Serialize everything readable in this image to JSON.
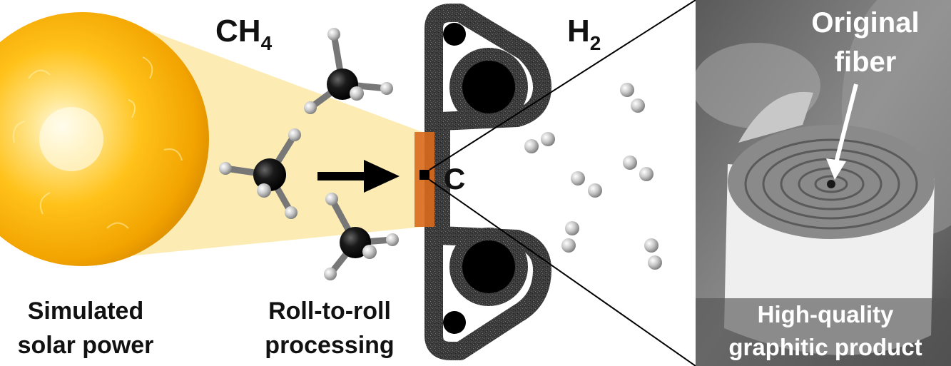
{
  "labels": {
    "reactant_formula": "CH",
    "reactant_subscript": "4",
    "product_formula": "H",
    "product_subscript": "2",
    "carbon": "C",
    "sun_line1": "Simulated",
    "sun_line2": "solar power",
    "process_line1": "Roll-to-roll",
    "process_line2": "processing",
    "micrograph_title_line1": "Original",
    "micrograph_title_line2": "fiber",
    "micrograph_caption_line1": "High-quality",
    "micrograph_caption_line2": "graphitic product"
  },
  "colors": {
    "sun_core": "#fffbe6",
    "sun_mid": "#ffc21a",
    "sun_edge": "#e8a000",
    "light_beam": "#fbe9a6",
    "hot_zone": "#d96a1c",
    "fiber_roll": "#3a3a3a",
    "molecule_carbon": "#111111",
    "molecule_hydrogen": "#d0d0d0"
  },
  "icons": {
    "sun": "sun-sphere-icon",
    "methane": "methane-molecule-icon",
    "hydrogen": "hydrogen-molecule-icon",
    "arrow": "right-arrow-icon",
    "roller": "roller-icon"
  }
}
